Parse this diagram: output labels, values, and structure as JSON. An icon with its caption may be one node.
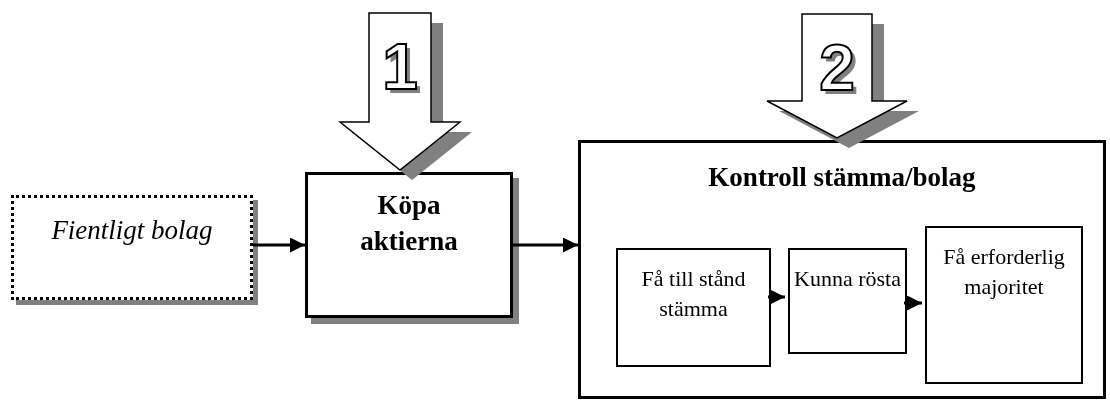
{
  "diagram": {
    "nodes": [
      {
        "text": [
          "Fientligt bolag"
        ]
      },
      {
        "text": [
          "Köpa aktierna"
        ]
      },
      {
        "text": [
          "Kontroll stämma/bolag"
        ]
      },
      {
        "text": [
          "Få till stånd stämma"
        ],
        "in": 2
      },
      {
        "text": [
          "Kunna rösta"
        ],
        "in": 2
      },
      {
        "text": [
          "Få erforderlig majoritet"
        ],
        "in": 2
      }
    ],
    "edges": [
      {
        "from": 0,
        "to": 1,
        "arrow": "to"
      },
      {
        "from": 1,
        "to": 2,
        "arrow": "to"
      },
      {
        "from": 3,
        "to": 4,
        "arrow": "to"
      },
      {
        "from": 4,
        "to": 5,
        "arrow": "to"
      },
      {
        "from": null,
        "to": 1,
        "arrow": "to",
        "label": "1",
        "style": "thick"
      },
      {
        "from": null,
        "to": 2,
        "arrow": "to",
        "label": "2",
        "style": "thick"
      }
    ]
  }
}
